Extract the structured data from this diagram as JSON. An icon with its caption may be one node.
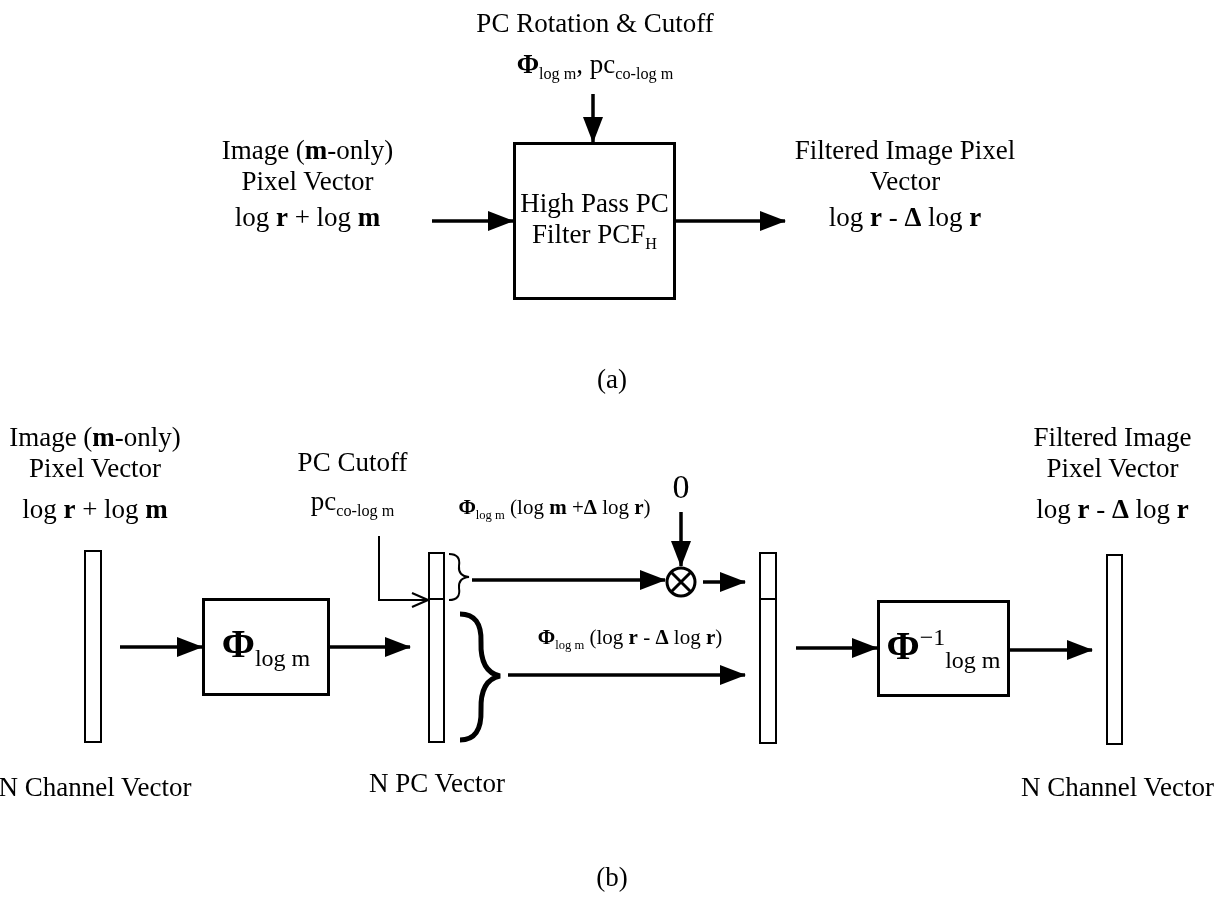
{
  "diagram": {
    "nodes": [
      {
        "text": [
          "Image (**m**-only) Pixel Vector",
          "log **r** + log **m**"
        ]
      },
      {
        "text": [
          "PC Rotation & Cutoff",
          "**Φ**$_{log m}$, pc$_{co-log m}$"
        ]
      },
      {
        "text": [
          "High Pass PC Filter PCF$_{H}$"
        ]
      },
      {
        "text": [
          "Filtered Image Pixel Vector",
          "log **r** - **Δ** log **r**"
        ]
      },
      {
        "text": [],
        "shape": "bar",
        "beside": [
          "Image (**m**-only) Pixel Vector",
          "log **r** + log **m**",
          "N Channel Vector"
        ]
      },
      {
        "text": [
          "**Φ**$_{log m}$"
        ]
      },
      {
        "text": [
          "PC Cutoff",
          "pc$_{co-log m}$"
        ]
      },
      {
        "text": [],
        "shape": "bar",
        "beside": [
          "N PC Vector"
        ]
      },
      {
        "text": [],
        "shape": "circle"
      },
      {
        "text": [
          "0"
        ]
      },
      {
        "text": [],
        "shape": "bar"
      },
      {
        "text": [
          "**Φ**$^{−1}$$_{log m}$"
        ]
      },
      {
        "text": [],
        "shape": "bar",
        "beside": [
          "Filtered Image Pixel Vector",
          "log **r** - **Δ** log **r**",
          "N Channel Vector"
        ]
      }
    ],
    "edges": [
      {
        "from": 0,
        "to": 2,
        "arrow": "to"
      },
      {
        "from": 1,
        "to": 2,
        "arrow": "to"
      },
      {
        "from": 2,
        "to": 3,
        "arrow": "to"
      },
      {
        "from": 4,
        "to": 5,
        "arrow": "to"
      },
      {
        "from": 5,
        "to": 7,
        "arrow": "to"
      },
      {
        "from": 6,
        "to": 7,
        "arrow": "to"
      },
      {
        "from": 7,
        "to": 8,
        "arrow": "to",
        "label": "**Φ**$_{log m}$ (log **m** +**Δ** log **r**)"
      },
      {
        "from": 9,
        "to": 8,
        "arrow": "to"
      },
      {
        "from": 8,
        "to": 10,
        "arrow": "to"
      },
      {
        "from": 7,
        "to": 10,
        "arrow": "to",
        "label": "**Φ**$_{log m}$ (log **r** - **Δ** log **r**)"
      },
      {
        "from": 10,
        "to": 11,
        "arrow": "to"
      },
      {
        "from": 11,
        "to": 12,
        "arrow": "to"
      }
    ],
    "labels": [
      "(a)",
      "(b)"
    ]
  }
}
